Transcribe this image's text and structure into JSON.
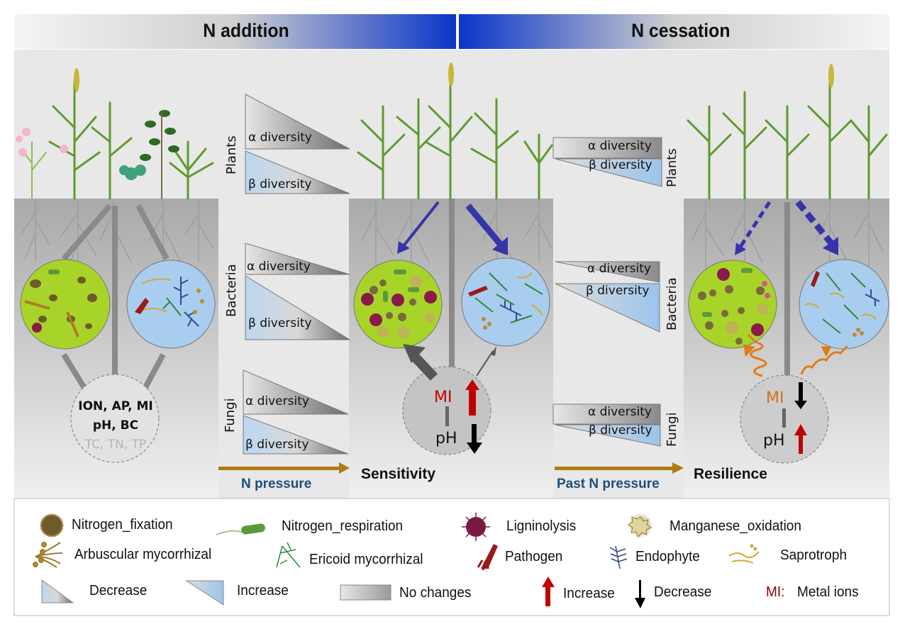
{
  "header": {
    "left_title": "N addition",
    "right_title": "N cessation"
  },
  "colors": {
    "header_blue": "#0a35c8",
    "bacteria_circle": "#a8d42a",
    "fungi_circle": "#a9cdee",
    "arrow_blue": "#3535a8",
    "pressure_arrow": "#b07a12",
    "pressure_text": "#1e4e7a",
    "red_arrow": "#c00000",
    "mi_red": "#c00000",
    "mi_orange": "#d4721a",
    "spring_orange": "#e07b1a",
    "soil_grey": "#b8b8b8",
    "dark_grey_arrow": "#555555"
  },
  "panels": {
    "baseline": {
      "soil_factors": [
        "ION, AP, MI",
        "pH, BC",
        "TC, TN, TP"
      ]
    },
    "n_addition_changes": {
      "pressure_label": "N pressure",
      "groups": [
        {
          "name": "Plants",
          "alpha": {
            "label": "α diversity",
            "change": "decrease"
          },
          "beta": {
            "label": "β diversity",
            "change": "decrease"
          }
        },
        {
          "name": "Bacteria",
          "alpha": {
            "label": "α diversity",
            "change": "decrease"
          },
          "beta": {
            "label": "β diversity",
            "change": "decrease"
          }
        },
        {
          "name": "Fungi",
          "alpha": {
            "label": "α diversity",
            "change": "decrease"
          },
          "beta": {
            "label": "β diversity",
            "change": "decrease"
          }
        }
      ]
    },
    "sensitivity": {
      "label": "Sensitivity",
      "mi_label": "MI",
      "mi_change": "increase",
      "ph_label": "pH",
      "ph_change": "decrease"
    },
    "n_cessation_changes": {
      "pressure_label": "Past N pressure",
      "groups": [
        {
          "name": "Plants",
          "alpha": {
            "label": "α diversity",
            "change": "no changes"
          },
          "beta": {
            "label": "β diversity",
            "change": "increase"
          }
        },
        {
          "name": "Bacteria",
          "alpha": {
            "label": "α diversity",
            "change": "increase"
          },
          "beta": {
            "label": "β diversity",
            "change": "increase"
          }
        },
        {
          "name": "Fungi",
          "alpha": {
            "label": "α diversity",
            "change": "no changes"
          },
          "beta": {
            "label": "β diversity",
            "change": "increase"
          }
        }
      ]
    },
    "resilience": {
      "label": "Resilience",
      "mi_label": "MI",
      "mi_change": "decrease",
      "ph_label": "pH",
      "ph_change": "increase"
    }
  },
  "legend": {
    "functional_groups": [
      {
        "icon": "nitrogen-fixation-icon",
        "label": "Nitrogen_fixation"
      },
      {
        "icon": "nitrogen-respiration-icon",
        "label": "Nitrogen_respiration"
      },
      {
        "icon": "ligninolysis-icon",
        "label": "Ligninolysis"
      },
      {
        "icon": "manganese-oxidation-icon",
        "label": "Manganese_oxidation"
      },
      {
        "icon": "arbuscular-mycorrhizal-icon",
        "label": "Arbuscular mycorrhizal"
      },
      {
        "icon": "ericoid-mycorrhizal-icon",
        "label": "Ericoid mycorrhizal"
      },
      {
        "icon": "pathogen-icon",
        "label": "Pathogen"
      },
      {
        "icon": "endophyte-icon",
        "label": "Endophyte"
      },
      {
        "icon": "saprotroph-icon",
        "label": "Saprotroph"
      }
    ],
    "symbols": [
      {
        "icon": "decrease-triangle-icon",
        "label": "Decrease"
      },
      {
        "icon": "increase-triangle-icon",
        "label": "Increase"
      },
      {
        "icon": "no-change-bar-icon",
        "label": "No changes"
      },
      {
        "icon": "red-up-arrow-icon",
        "label": "Increase"
      },
      {
        "icon": "black-down-arrow-icon",
        "label": "Decrease"
      }
    ],
    "abbrev": {
      "key": "MI:",
      "value": "Metal ions"
    }
  }
}
